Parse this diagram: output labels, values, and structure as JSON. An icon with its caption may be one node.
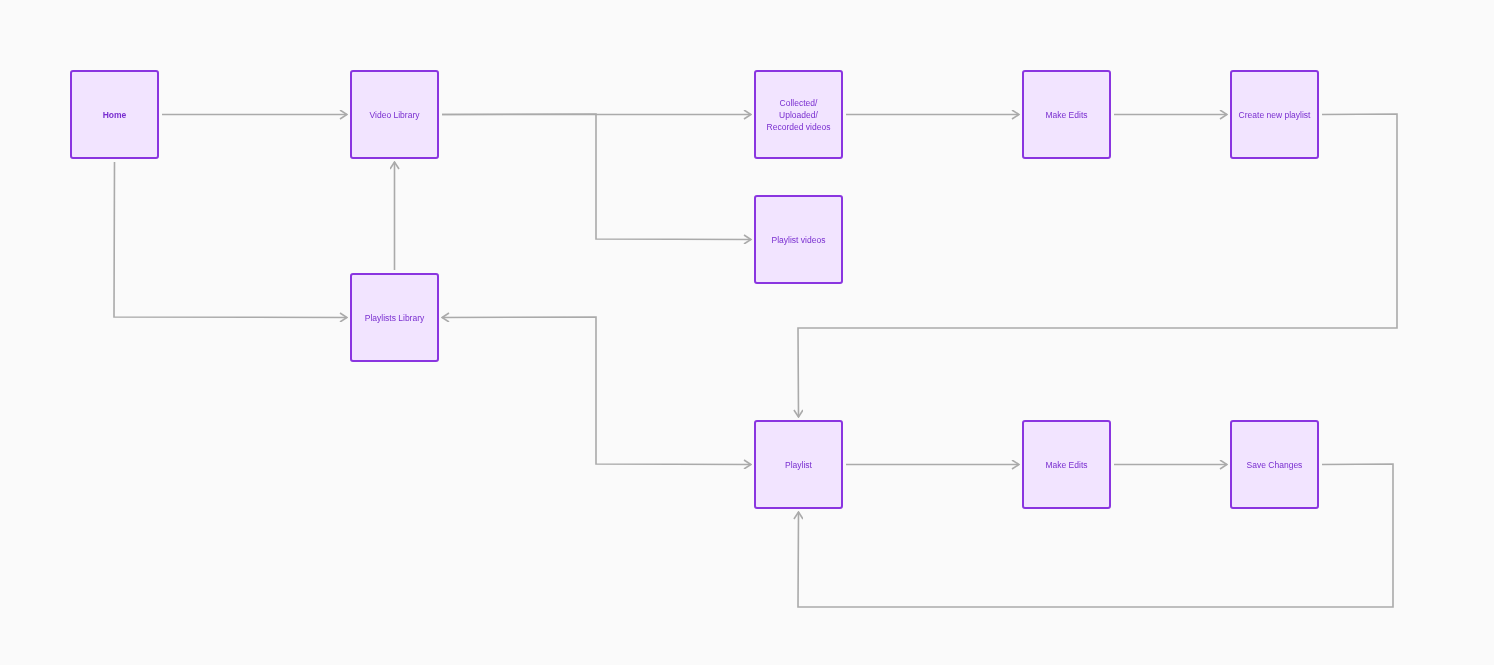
{
  "diagram": {
    "nodes": [
      {
        "text": [
          "Home"
        ]
      },
      {
        "text": [
          "Video Library"
        ]
      },
      {
        "text": [
          "Collected/ Uploaded/ Recorded videos"
        ]
      },
      {
        "text": [
          "Make Edits"
        ]
      },
      {
        "text": [
          "Create new playlist"
        ]
      },
      {
        "text": [
          "Playlist videos"
        ]
      },
      {
        "text": [
          "Playlists Library"
        ]
      },
      {
        "text": [
          "Playlist"
        ]
      },
      {
        "text": [
          "Make Edits"
        ]
      },
      {
        "text": [
          "Save Changes"
        ]
      }
    ],
    "edges": [
      {
        "from": 0,
        "to": 1,
        "arrow": "to"
      },
      {
        "from": 0,
        "to": 6,
        "arrow": "to"
      },
      {
        "from": 6,
        "to": 1,
        "arrow": "to"
      },
      {
        "from": 1,
        "to": 2,
        "arrow": "to"
      },
      {
        "from": 1,
        "to": 5,
        "arrow": "to"
      },
      {
        "from": 2,
        "to": 3,
        "arrow": "to"
      },
      {
        "from": 3,
        "to": 4,
        "arrow": "to"
      },
      {
        "from": 4,
        "to": 7,
        "arrow": "to"
      },
      {
        "from": 6,
        "to": 7,
        "arrow": "both"
      },
      {
        "from": 7,
        "to": 8,
        "arrow": "to"
      },
      {
        "from": 8,
        "to": 9,
        "arrow": "to"
      },
      {
        "from": 9,
        "to": 7,
        "arrow": "to"
      }
    ]
  }
}
